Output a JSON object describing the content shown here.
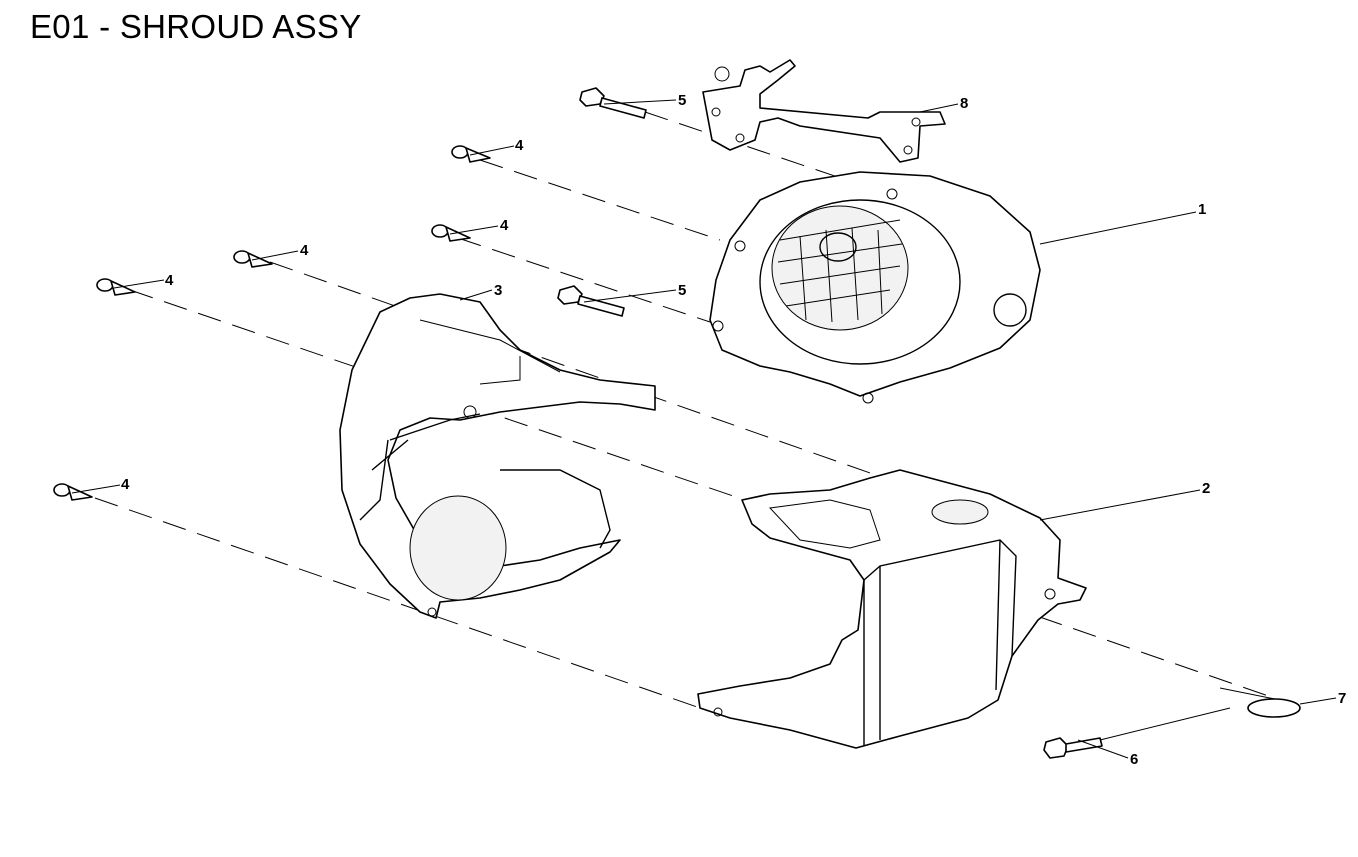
{
  "title": "E01 - SHROUD ASSY",
  "callouts": {
    "c1": "1",
    "c2": "2",
    "c3": "3",
    "c4a": "4",
    "c4b": "4",
    "c4c": "4",
    "c4d": "4",
    "c4e": "4",
    "c5a": "5",
    "c5b": "5",
    "c6": "6",
    "c7": "7",
    "c8": "8"
  }
}
